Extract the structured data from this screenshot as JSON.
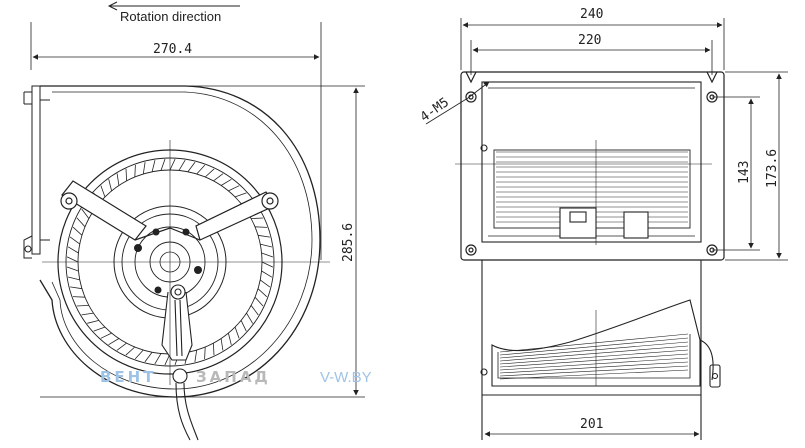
{
  "caption": {
    "rotation_direction": "Rotation direction"
  },
  "dimensions": {
    "width_270": "270.4",
    "height_285": "285.6",
    "width_240": "240",
    "width_220": "220",
    "height_143": "143",
    "height_173": "173.6",
    "screws": "4-M5",
    "width_201": "201"
  },
  "watermark": {
    "brand_part1": "ВЕНТ",
    "brand_part2": "ЗАПАД",
    "site": "V-W.BY",
    "color_part1": "#9ec3e6",
    "color_part2": "#b9b9b9"
  }
}
